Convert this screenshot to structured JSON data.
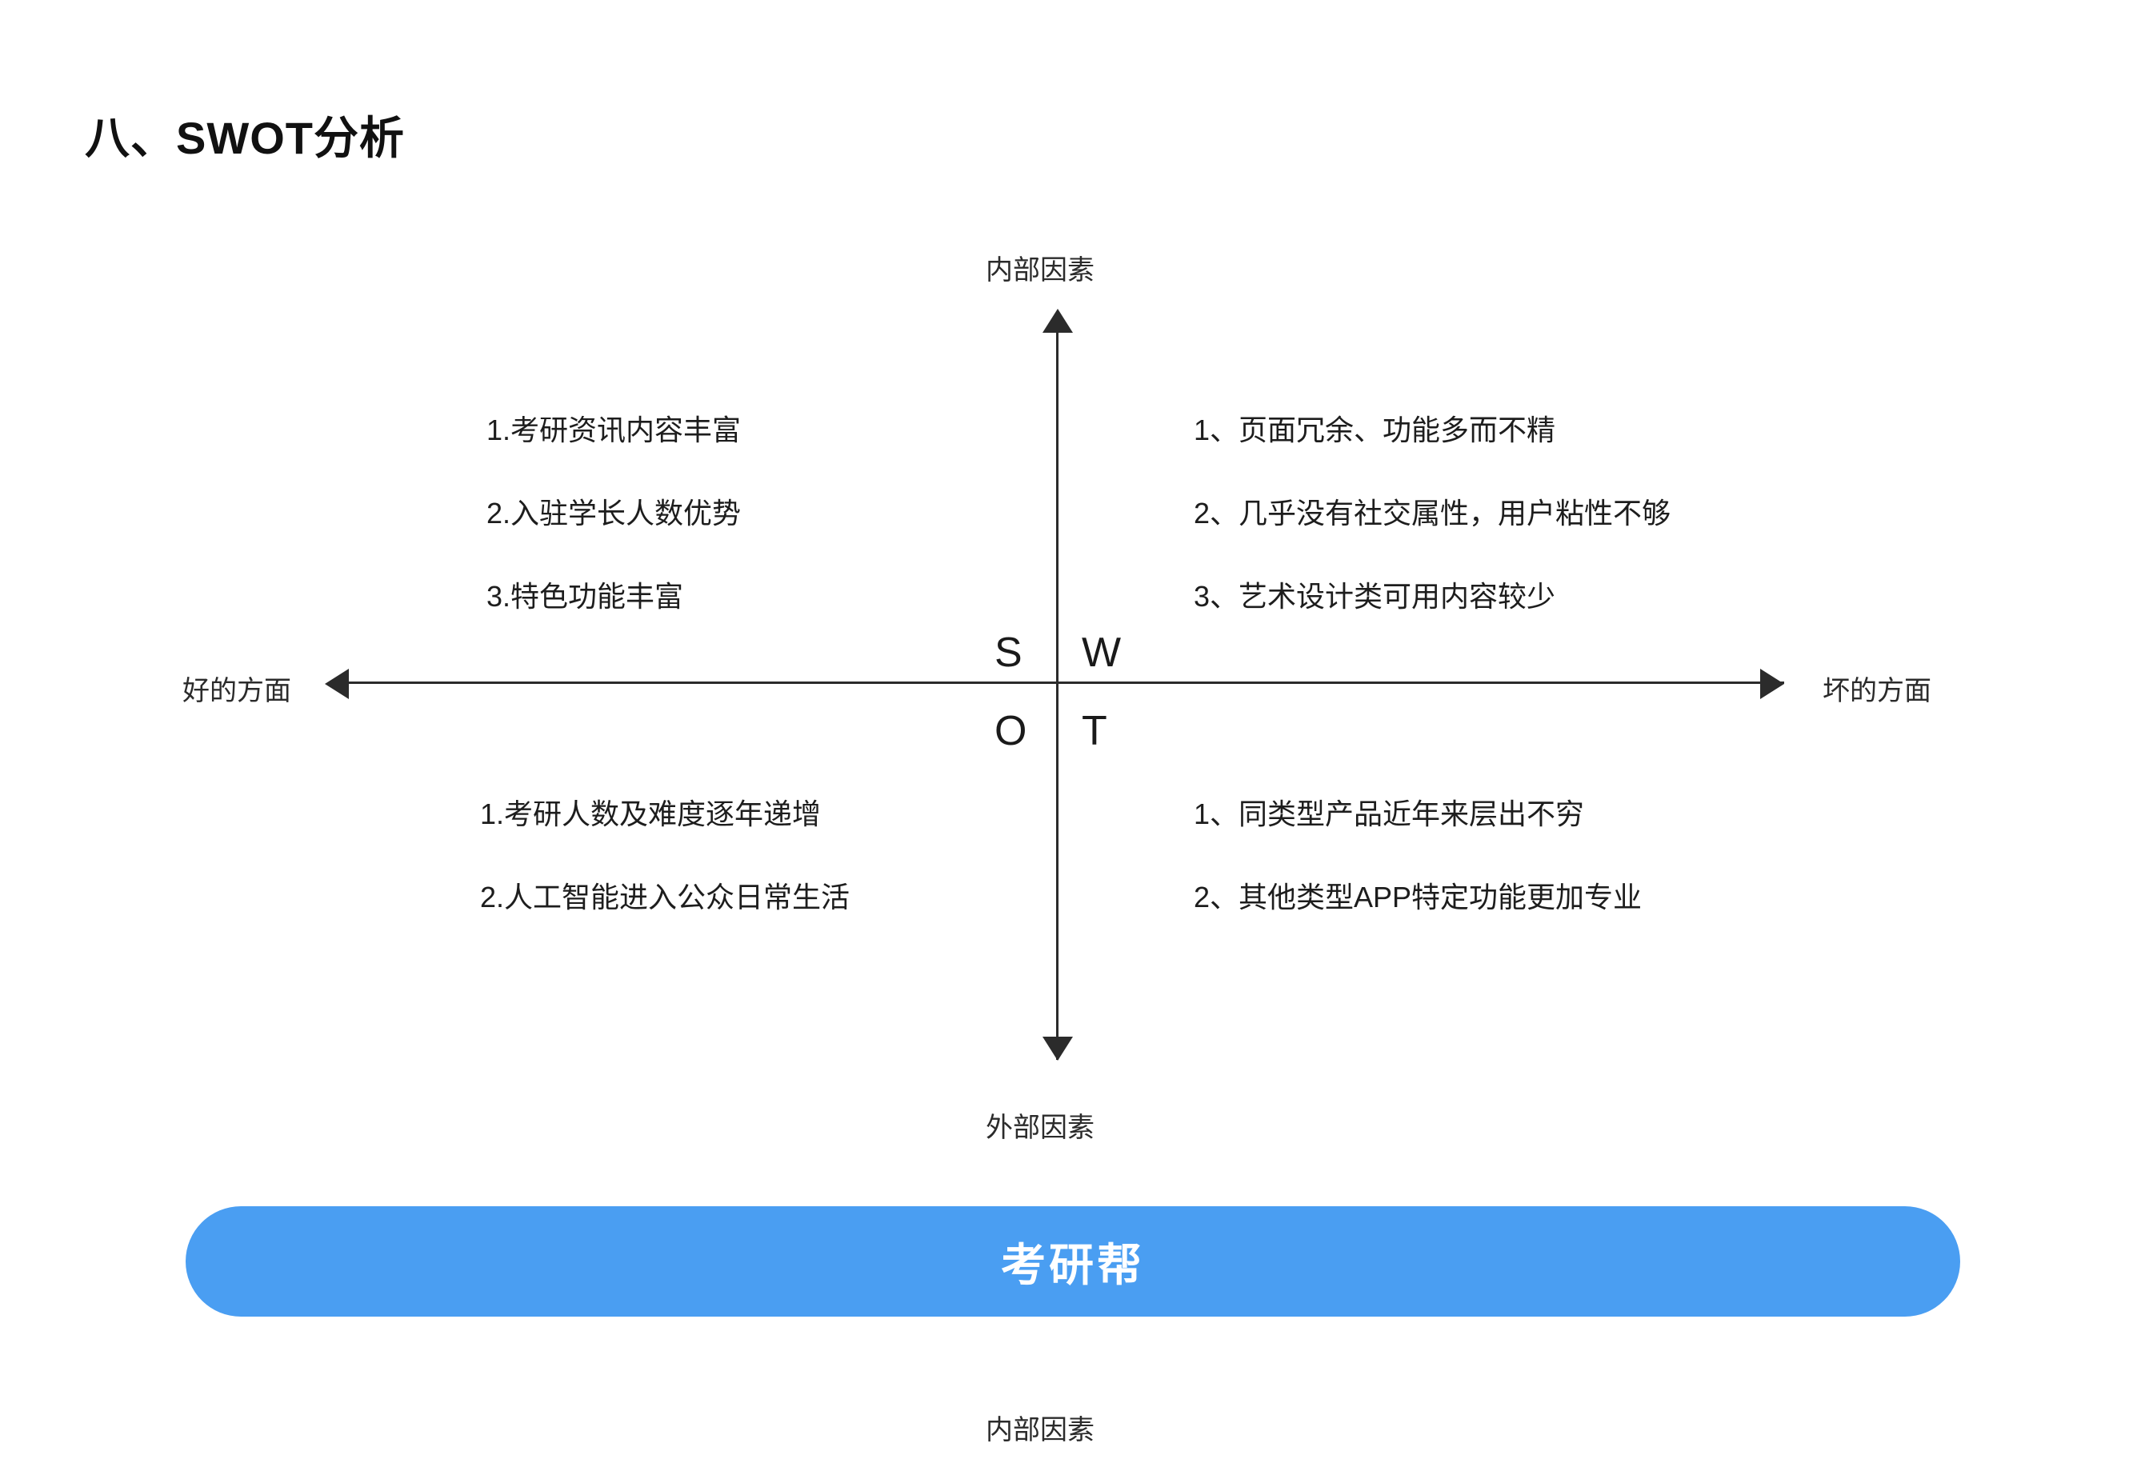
{
  "page": {
    "title": "八、SWOT分析",
    "background_color": "#ffffff"
  },
  "diagram": {
    "type": "swot-matrix",
    "axes": {
      "vertical_top_label": "内部因素",
      "vertical_bottom_label": "外部因素",
      "horizontal_left_label": "好的方面",
      "horizontal_right_label": "坏的方面",
      "axis_color": "#2b2b2b"
    },
    "quadrant_letters": {
      "strengths": "S",
      "weaknesses": "W",
      "opportunities": "O",
      "threats": "T"
    },
    "quadrants": {
      "strengths": {
        "letter": "S",
        "position": "top-left",
        "items": [
          "1.考研资讯内容丰富",
          "2.入驻学长人数优势",
          "3.特色功能丰富"
        ]
      },
      "weaknesses": {
        "letter": "W",
        "position": "top-right",
        "items": [
          "1、页面冗余、功能多而不精",
          "2、几乎没有社交属性，用户粘性不够",
          "3、艺术设计类可用内容较少"
        ]
      },
      "opportunities": {
        "letter": "O",
        "position": "bottom-left",
        "items": [
          "1.考研人数及难度逐年递增",
          "2.人工智能进入公众日常生活"
        ]
      },
      "threats": {
        "letter": "T",
        "position": "bottom-right",
        "items": [
          "1、同类型产品近年来层出不穷",
          "2、其他类型APP特定功能更加专业"
        ]
      }
    }
  },
  "banner": {
    "label": "考研帮",
    "background_color": "#4a9ef2",
    "text_color": "#ffffff"
  },
  "footer": {
    "label": "内部因素"
  }
}
